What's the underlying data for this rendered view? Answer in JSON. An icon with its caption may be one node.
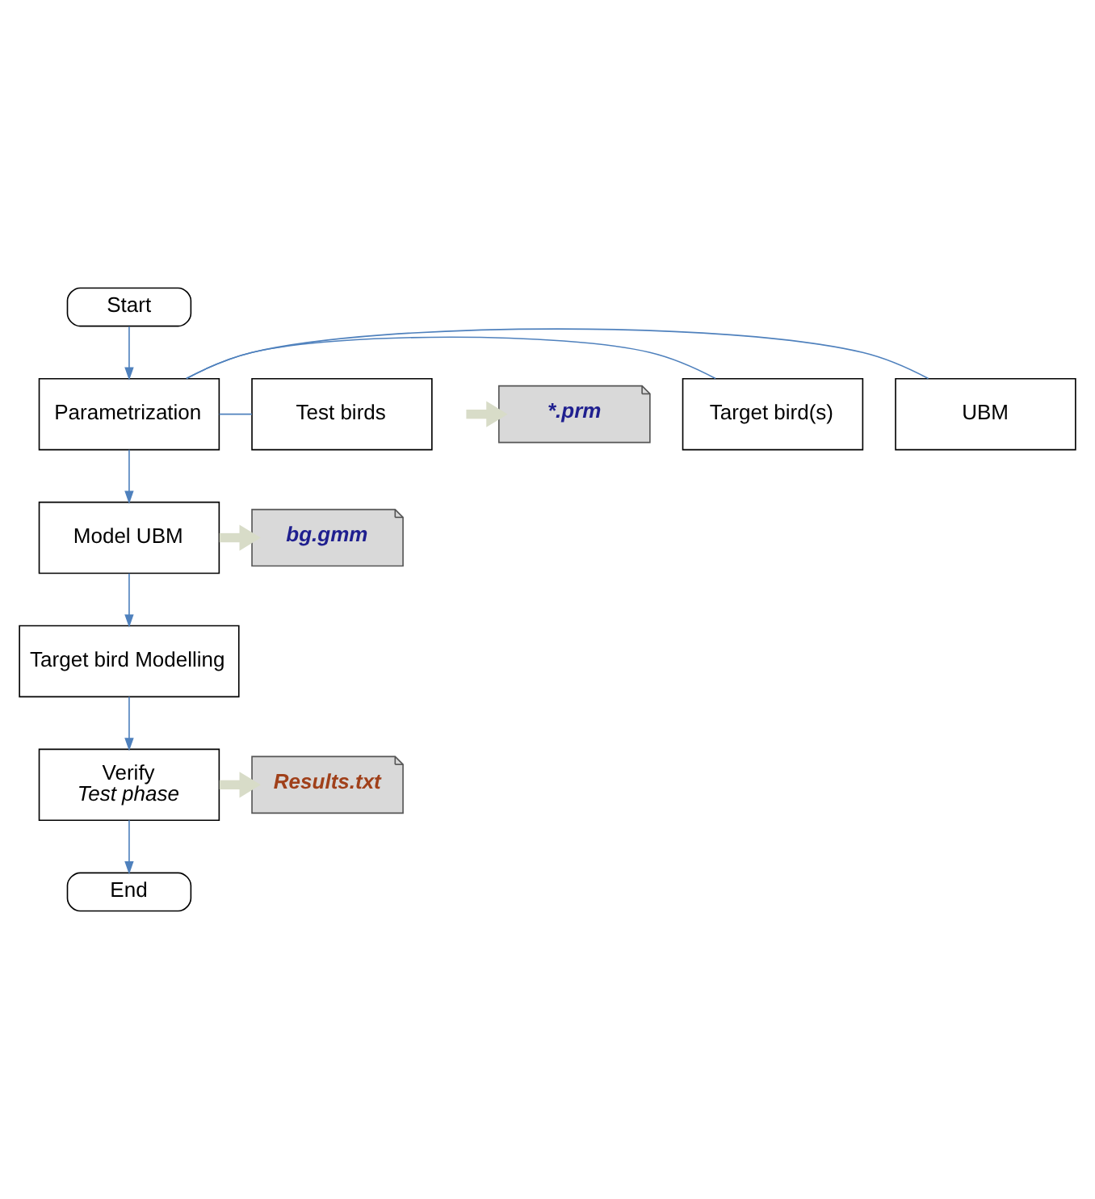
{
  "diagram": {
    "nodes": [
      {
        "text": [
          "Start"
        ]
      },
      {
        "text": [
          "Parametrization"
        ]
      },
      {
        "text": [
          "UBM"
        ]
      },
      {
        "text": [
          "Target bird(s)"
        ]
      },
      {
        "text": [
          "Test birds"
        ]
      },
      {
        "text": [
          "*.prm"
        ]
      },
      {
        "text": [
          "Model UBM"
        ]
      },
      {
        "text": [
          "bg.gmm"
        ]
      },
      {
        "text": [
          "Target bird Modelling"
        ]
      },
      {
        "text": [
          "Verify",
          "Test phase"
        ]
      },
      {
        "text": [
          "Results.txt"
        ]
      },
      {
        "text": [
          "End"
        ]
      }
    ],
    "edges": [
      {
        "from": 0,
        "to": 1,
        "arrow": "to"
      },
      {
        "from": 1,
        "to": 2,
        "arrow": "none"
      },
      {
        "from": 1,
        "to": 3,
        "arrow": "none"
      },
      {
        "from": 1,
        "to": 4,
        "arrow": "none"
      },
      {
        "from": null,
        "to": 5,
        "arrow": "to",
        "style": "thick",
        "color": "#d8dcc8"
      },
      {
        "from": 1,
        "to": 6,
        "arrow": "to"
      },
      {
        "from": 6,
        "to": 7,
        "arrow": "to",
        "style": "thick",
        "color": "#d8dcc8"
      },
      {
        "from": 6,
        "to": 8,
        "arrow": "to"
      },
      {
        "from": 8,
        "to": 9,
        "arrow": "to"
      },
      {
        "from": 9,
        "to": 10,
        "arrow": "to",
        "style": "thick",
        "color": "#d8dcc8"
      },
      {
        "from": 9,
        "to": 11,
        "arrow": "to"
      }
    ]
  }
}
